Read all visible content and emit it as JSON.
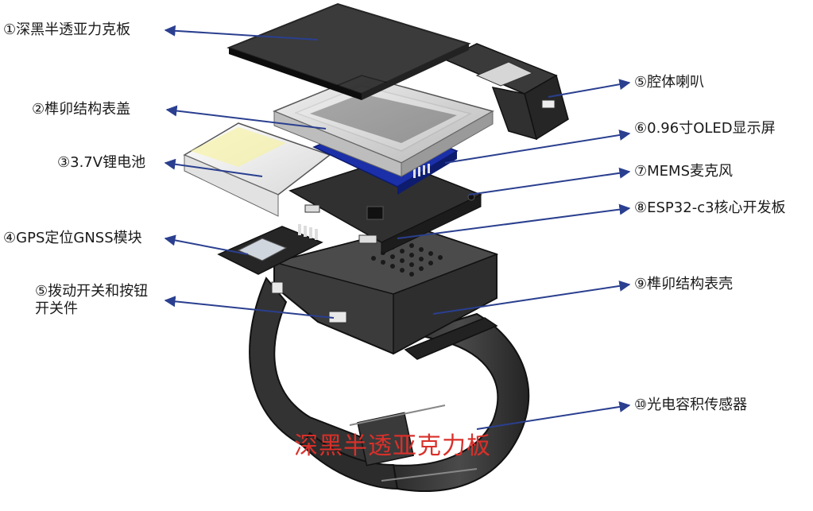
{
  "labels": [
    {
      "text": "①深黑半透亚力克板"
    },
    {
      "text": "②榫卯结构表盖"
    },
    {
      "text": "③3.7V锂电池"
    },
    {
      "text": "④GPS定位GNSS模块"
    },
    {
      "text": "⑤拨动开关和按钮开关件"
    },
    {
      "text": "⑤腔体喇叭"
    },
    {
      "text": "⑥0.96寸OLED显示屏"
    },
    {
      "text": "⑦MEMS麦克风"
    },
    {
      "text": "⑧ESP32-c3核心开发板"
    },
    {
      "text": "⑨榫卯结构表壳"
    },
    {
      "text": "⑩光电容积传感器"
    }
  ],
  "caption": "深黑半透亚克力板",
  "colors": {
    "arrow": "#2a3f8f",
    "caption": "#d9302a",
    "screen": "#1a2fa8"
  }
}
